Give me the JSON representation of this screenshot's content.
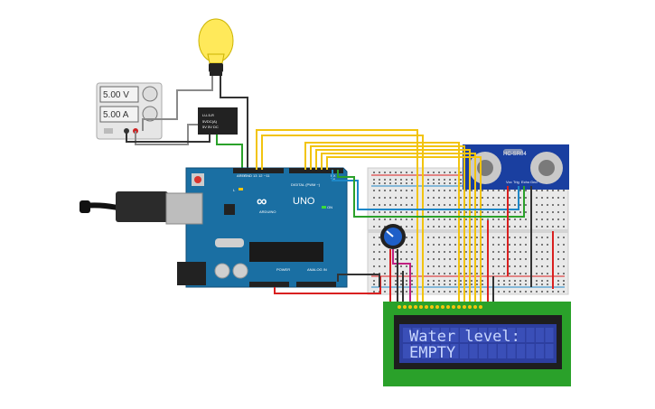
{
  "power_supply": {
    "voltage": "5.00 V",
    "current": "5.00 A"
  },
  "relay": {
    "label": "LU-5-R",
    "lines": [
      "5VDC(A)",
      "5V 5V DC"
    ]
  },
  "arduino": {
    "logo": "ARDUINO",
    "model": "UNO",
    "digital_label": "DIGITAL (PWM ~)",
    "power_label": "POWER",
    "analog_label": "ANALOG IN",
    "on_label": "ON",
    "l_label": "L",
    "tx_label": "TX",
    "rx_label": "RX",
    "aref": "AREF",
    "gnd": "GND",
    "pin13": "13",
    "pin12": "12",
    "pin11": "~11"
  },
  "sensor": {
    "model": "HC-SR04",
    "pins": [
      "Vcc",
      "Trig",
      "Echo",
      "Gnd"
    ]
  },
  "lcd": {
    "line1": "Water level:",
    "line2": "EMPTY"
  },
  "colors": {
    "arduino": "#1a6fa3",
    "breadboard": "#e9e9e9",
    "lcd_board": "#2aa12a",
    "lcd_screen": "#2d3fa0",
    "sensor": "#1a3fa0",
    "wire_yellow": "#f2c40f",
    "wire_red": "#d92020",
    "wire_black": "#333333",
    "wire_green": "#2aa12a",
    "wire_blue": "#1e88c8",
    "wire_gray": "#8a8a8a",
    "wire_magenta": "#c02080"
  }
}
